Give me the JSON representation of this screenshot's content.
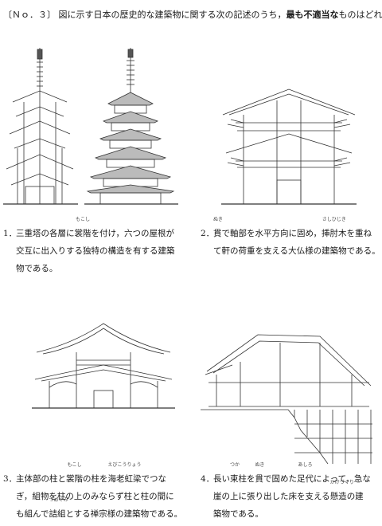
{
  "question": {
    "number_label": "〔Ｎｏ．３〕",
    "text_before": "図に示す日本の歴史的な建築物に関する次の記述のうち，",
    "text_bold": "最も不適当な",
    "text_after": "ものはどれか。"
  },
  "choices": [
    {
      "number": "1．",
      "lines": [
        [
          {
            "t": "三重塔の各層に"
          },
          {
            "t": "裳階",
            "r": "もこし"
          },
          {
            "t": "を付け，六つの屋根が"
          }
        ],
        [
          {
            "t": "交互に出入りする独特の構造を有する建築"
          }
        ],
        [
          {
            "t": "物である。"
          }
        ]
      ]
    },
    {
      "number": "2．",
      "lines": [
        [
          {
            "t": "貫",
            "r": "ぬき"
          },
          {
            "t": "で軸部を水平方向に固め，"
          },
          {
            "t": "挿肘木",
            "r": "さしひじき"
          },
          {
            "t": "を重ね"
          }
        ],
        [
          {
            "t": "て軒の荷重を支える大仏様の建築物である。"
          }
        ]
      ]
    },
    {
      "number": "3．",
      "lines": [
        [
          {
            "t": "主体部の柱と"
          },
          {
            "t": "裳階",
            "r": "もこし"
          },
          {
            "t": "の柱を"
          },
          {
            "t": "海老虹梁",
            "r": "えびこうりょう"
          },
          {
            "t": "でつな"
          }
        ],
        [
          {
            "t": "ぎ，組物を柱の上のみならず柱と柱の間に"
          }
        ],
        [
          {
            "t": "も組んで"
          },
          {
            "t": "詰組",
            "r": "つめぐみ"
          },
          {
            "t": "とする禅宗様の建築物である。"
          }
        ]
      ]
    },
    {
      "number": "4．",
      "lines": [
        [
          {
            "t": "長い"
          },
          {
            "t": "束",
            "r": "つか"
          },
          {
            "t": "柱を"
          },
          {
            "t": "貫",
            "r": "ぬき"
          },
          {
            "t": "で固めた"
          },
          {
            "t": "足代",
            "r": "あしろ"
          },
          {
            "t": "によって，急な"
          }
        ],
        [
          {
            "t": "崖の上に張り出した床を支える"
          },
          {
            "t": "懸造",
            "r": "かけづくり"
          },
          {
            "t": "の建"
          }
        ],
        [
          {
            "t": "築物である。"
          }
        ]
      ]
    }
  ]
}
